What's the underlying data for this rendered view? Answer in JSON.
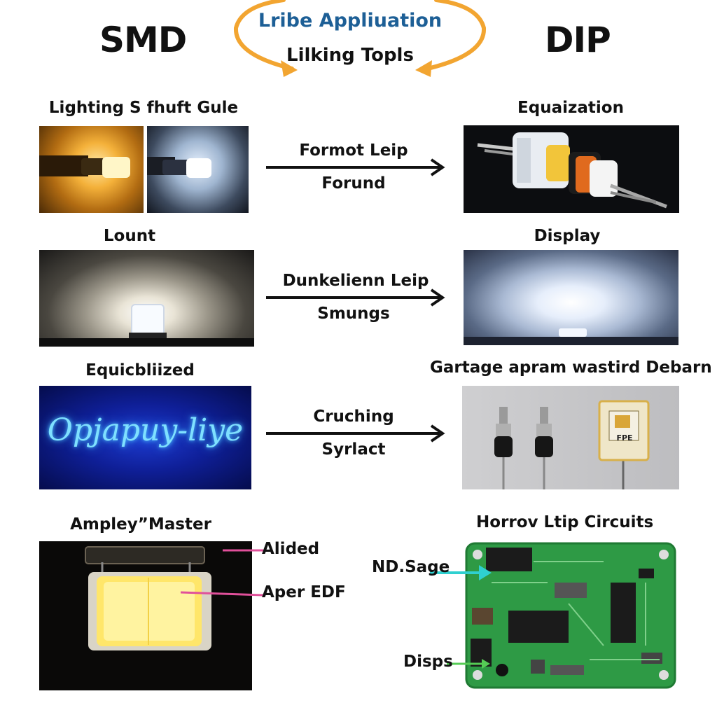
{
  "header": {
    "left_title": "SMD",
    "right_title": "DIP",
    "center_line1": "Lribe Appliuation",
    "center_line2": "Lilking Topls"
  },
  "rows": [
    {
      "left_label": "Lighting S fhuft Gule",
      "right_label": "Equaization",
      "arrow_top": "Formot Leip",
      "arrow_bottom": "Forund"
    },
    {
      "left_label": "Lount",
      "right_label": "Display",
      "arrow_top": "Dunkelienn Leip",
      "arrow_bottom": "Smungs"
    },
    {
      "left_label": "Equicbliized",
      "right_label": "Gartage apram wastird Debarn",
      "arrow_top": "Cruching",
      "arrow_bottom": "Syrlact"
    },
    {
      "left_label": "Ampley”Master",
      "right_label": "Horrov Ltip Circuits"
    }
  ],
  "neon_sign_text": "Opjapuy-liye",
  "chip_label": "FPE",
  "callouts": {
    "aluminum": "Alided",
    "aper": "Aper EDF",
    "nd_sage": "ND.Sage",
    "disps": "Disps"
  },
  "colors": {
    "arc": "#f2a531",
    "center_text": "#1d5f96",
    "pcb_green": "#2e9a45",
    "neon_blue": "#4fc4ff",
    "callout_pink": "#e0509a",
    "callout_cyan": "#2fd0d0",
    "callout_green": "#55cc55"
  }
}
